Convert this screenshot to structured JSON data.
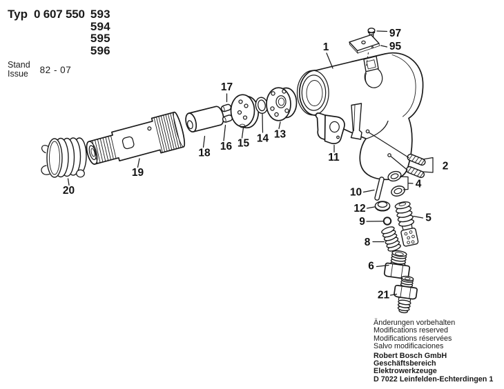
{
  "header": {
    "typ_label": "Typ",
    "type_number": "0 607 550",
    "variants": [
      "593",
      "594",
      "595",
      "596"
    ],
    "stand_label": "Stand",
    "issue_label": "Issue",
    "issue_value": "82 - 07"
  },
  "diagram": {
    "description": "Exploded view of pneumatic pistol-grip tool",
    "part_numbers": [
      "1",
      "2",
      "4",
      "5",
      "6",
      "8",
      "9",
      "10",
      "11",
      "12",
      "13",
      "14",
      "15",
      "16",
      "17",
      "18",
      "19",
      "20",
      "21",
      "95",
      "97"
    ]
  },
  "footer": {
    "notices": [
      "Änderungen vorbehalten",
      "Modifications reserved",
      "Modifications réservées",
      "Salvo modificaciones"
    ],
    "company_lines": [
      "Robert Bosch GmbH",
      "Geschäftsbereich Elektrowerkzeuge",
      "D 7022 Leinfelden-Echterdingen 1"
    ]
  },
  "colors": {
    "ink": "#1a1a1a",
    "background": "#ffffff"
  }
}
